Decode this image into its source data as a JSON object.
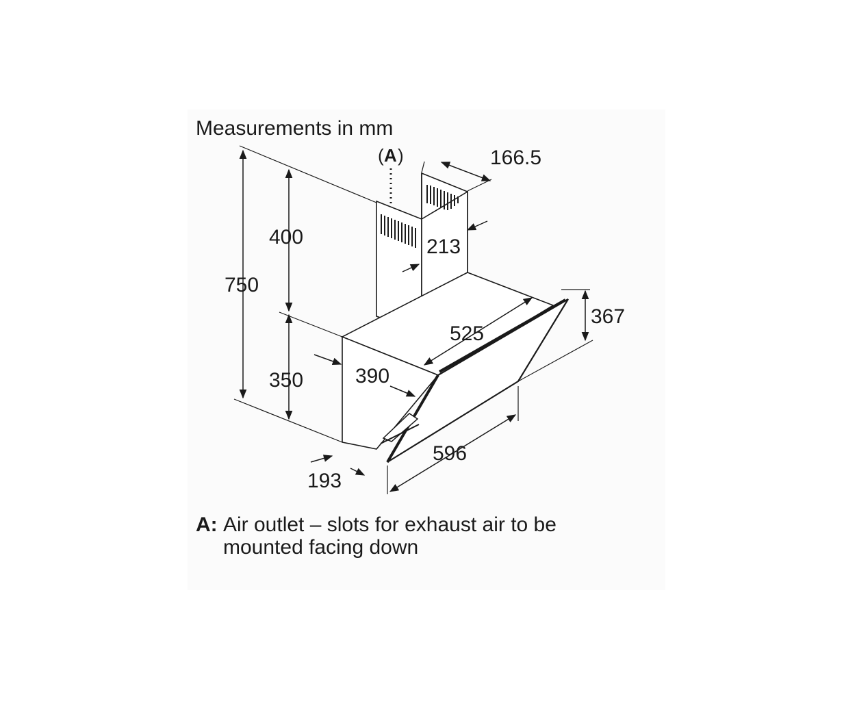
{
  "title": "Measurements in mm",
  "outlet_marker": "A",
  "dimensions": {
    "chimney_width": "166.5",
    "chimney_depth": "213",
    "chimney_height": "400",
    "total_height": "750",
    "body_height": "350",
    "canopy_height": "367",
    "top_depth": "525",
    "side_depth": "390",
    "width": "596",
    "bottom_depth": "193"
  },
  "legend": {
    "key": "A:",
    "text_line1": "Air outlet – slots for exhaust air to be",
    "text_line2": "mounted facing down"
  }
}
